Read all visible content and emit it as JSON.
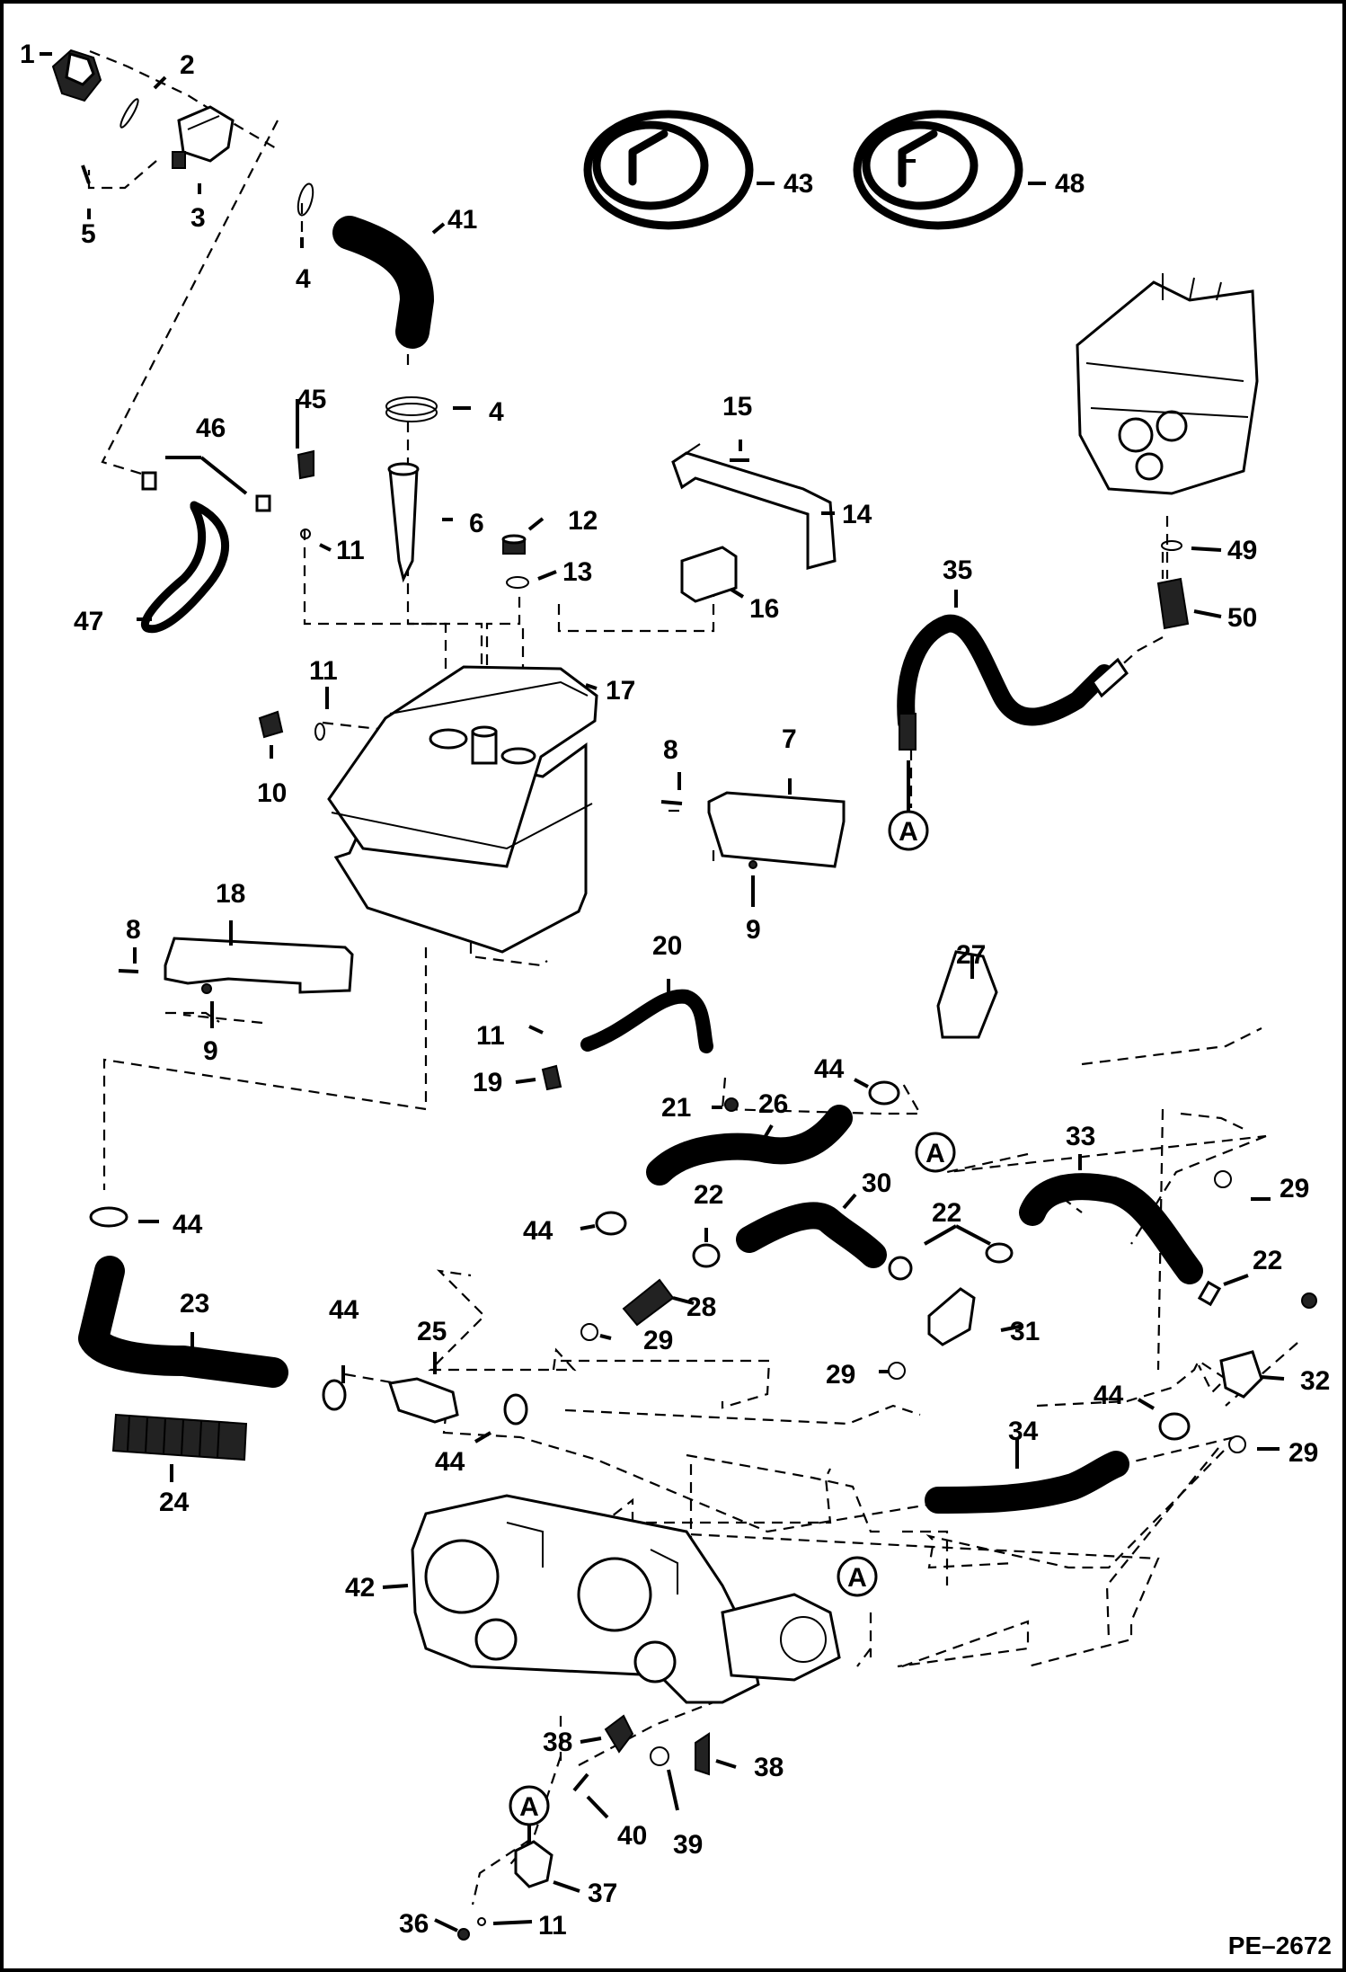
{
  "diagram_code": "PE–2672",
  "reference_marker": "A",
  "callouts": {
    "c1": "1",
    "c2": "2",
    "c3": "3",
    "c4a": "4",
    "c4b": "4",
    "c5": "5",
    "c6": "6",
    "c7": "7",
    "c8a": "8",
    "c8b": "8",
    "c9a": "9",
    "c9b": "9",
    "c10": "10",
    "c11a": "11",
    "c11b": "11",
    "c11c": "11",
    "c11d": "11",
    "c12": "12",
    "c13": "13",
    "c14": "14",
    "c15": "15",
    "c16": "16",
    "c17": "17",
    "c18": "18",
    "c19": "19",
    "c20": "20",
    "c21": "21",
    "c22a": "22",
    "c22b": "22",
    "c22c": "22",
    "c23": "23",
    "c24": "24",
    "c25": "25",
    "c26": "26",
    "c27": "27",
    "c28": "28",
    "c29a": "29",
    "c29b": "29",
    "c29c": "29",
    "c29d": "29",
    "c30": "30",
    "c31": "31",
    "c32": "32",
    "c33": "33",
    "c34": "34",
    "c35": "35",
    "c36": "36",
    "c37": "37",
    "c38a": "38",
    "c38b": "38",
    "c39": "39",
    "c40": "40",
    "c41": "41",
    "c42": "42",
    "c43": "43",
    "c44a": "44",
    "c44b": "44",
    "c44c": "44",
    "c44d": "44",
    "c44e": "44",
    "c44f": "44",
    "c45": "45",
    "c46": "46",
    "c47": "47",
    "c48": "48",
    "c49": "49",
    "c50": "50"
  }
}
